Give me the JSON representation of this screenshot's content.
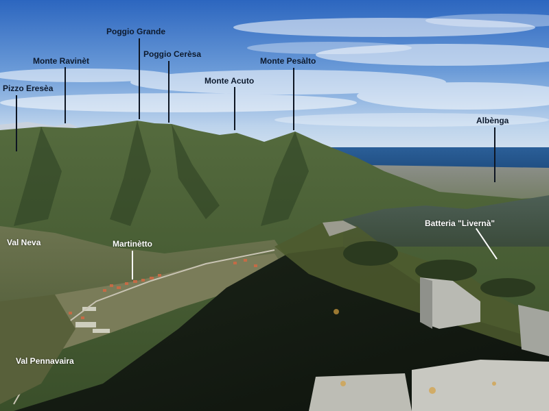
{
  "labels": {
    "poggio_grande": "Poggio Grande",
    "monte_ravinet": "Monte Ravinèt",
    "poggio_ceresa": "Poggio Cerèsa",
    "monte_pesalto": "Monte Pesàlto",
    "pizzo_eresea": "Pizzo Eresèa",
    "monte_acuto": "Monte Acuto",
    "albenga": "Albènga",
    "batteria_liverna": "Batteria \"Livernà\"",
    "val_neva": "Val Neva",
    "martinetto": "Martinètto",
    "val_pennavaira": "Val Pennavaira"
  },
  "colors": {
    "sky_top": "#2f6fc4",
    "sky_horizon": "#cfe0f0",
    "sea": "#1f4f86",
    "mountains": "#3f5a2c",
    "label_dark": "#0d1a2e",
    "label_light": "#ffffff"
  }
}
